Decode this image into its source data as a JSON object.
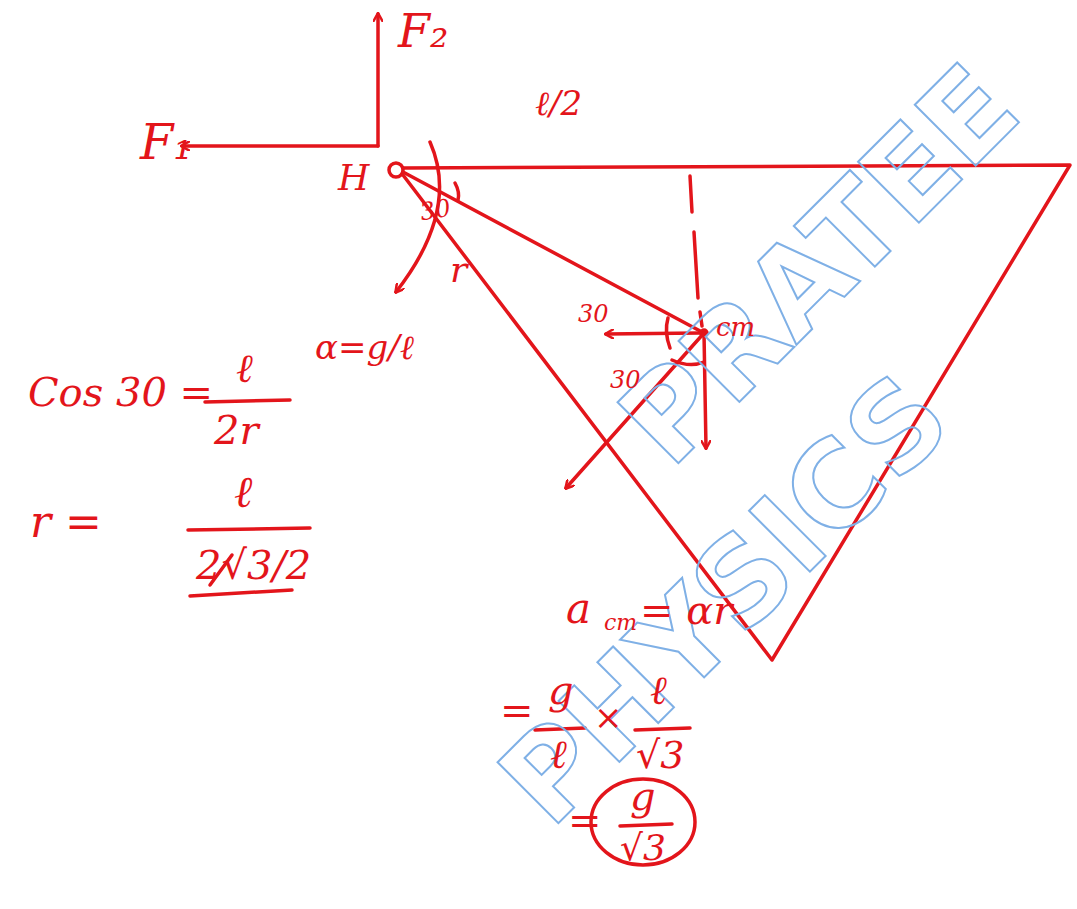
{
  "diagram": {
    "labels": [
      "F₂",
      "F₁",
      "H",
      "ℓ/2",
      "30",
      "r",
      "30",
      "cm",
      "30",
      "α=g/ℓ",
      "Cos 30 =",
      "ℓ",
      "2r",
      "r =",
      "ℓ",
      "2√3/2",
      "a",
      "cm",
      "= αr",
      "=",
      "g",
      "ℓ",
      "×",
      "ℓ",
      "√3",
      "=",
      "g",
      "√3",
      "PRATEE",
      "PHYSICS"
    ]
  }
}
